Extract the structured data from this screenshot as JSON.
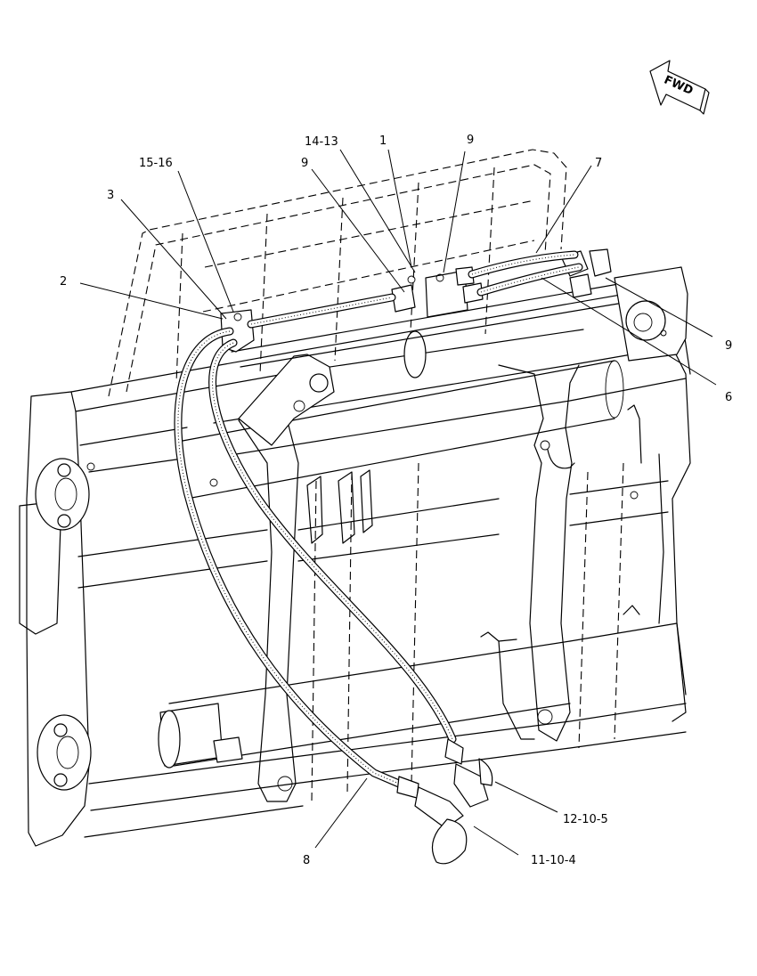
{
  "fwd_label": "FWD",
  "callouts": [
    {
      "id": "c-14-13",
      "text": "14-13"
    },
    {
      "id": "c-1",
      "text": "1"
    },
    {
      "id": "c-9-top",
      "text": "9"
    },
    {
      "id": "c-15-16",
      "text": "15-16"
    },
    {
      "id": "c-9-left",
      "text": "9"
    },
    {
      "id": "c-7",
      "text": "7"
    },
    {
      "id": "c-3",
      "text": "3"
    },
    {
      "id": "c-2",
      "text": "2"
    },
    {
      "id": "c-9-right",
      "text": "9"
    },
    {
      "id": "c-6",
      "text": "6"
    },
    {
      "id": "c-12-10-5",
      "text": "12-10-5"
    },
    {
      "id": "c-8",
      "text": "8"
    },
    {
      "id": "c-11-10-4",
      "text": "11-10-4"
    }
  ]
}
